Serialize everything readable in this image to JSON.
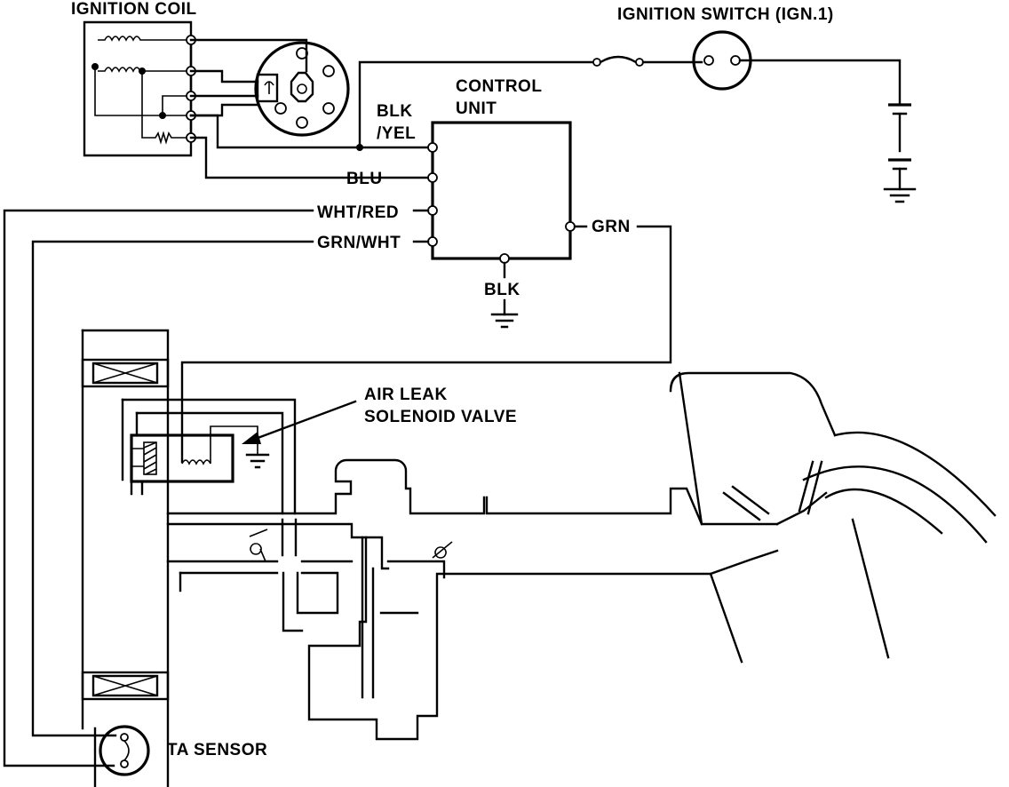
{
  "labels": {
    "ignition_coil": "IGNITION COIL",
    "ignition_switch": "IGNITION SWITCH (IGN.1)",
    "control_unit_line1": "CONTROL",
    "control_unit_line2": "UNIT",
    "blk_yel_line1": "BLK",
    "blk_yel_line2": "/YEL",
    "blu": "BLU",
    "wht_red": "WHT/RED",
    "grn_wht": "GRN/WHT",
    "grn": "GRN",
    "blk": "BLK",
    "air_leak_line1": "AIR LEAK",
    "air_leak_line2": "SOLENOID VALVE",
    "ta_sensor": "TA SENSOR"
  },
  "colors": {
    "ink": "#000000",
    "paper": "#ffffff"
  }
}
